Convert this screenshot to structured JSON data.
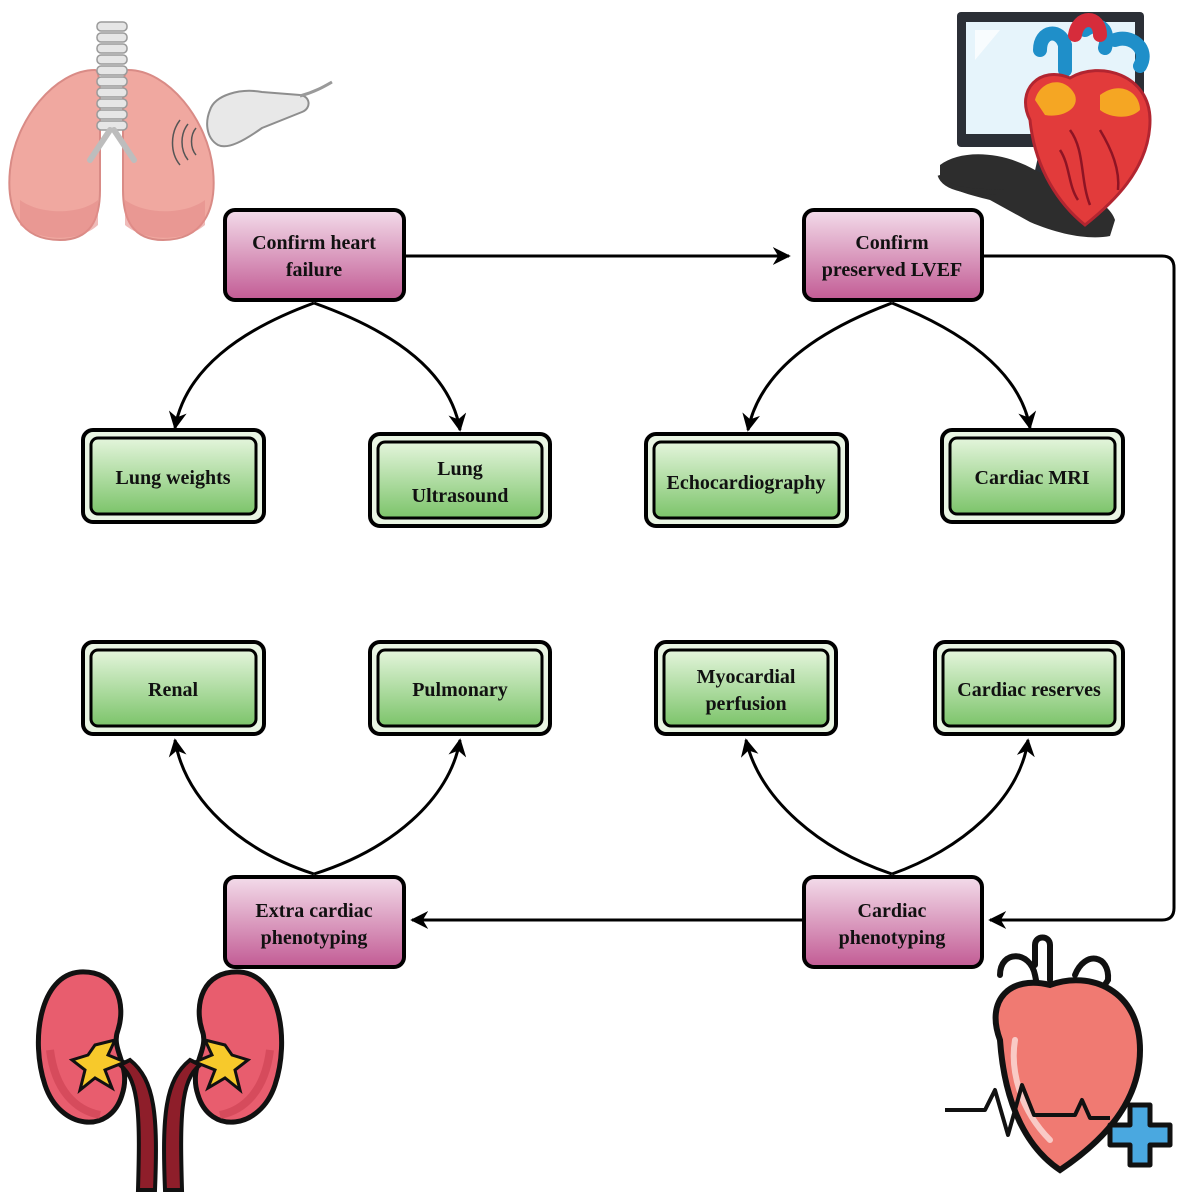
{
  "colors": {
    "pink_top": "#f3dcea",
    "pink_bottom": "#c25b94",
    "green_top": "#e4f5dc",
    "green_bottom": "#7cc46a",
    "stroke": "#000000"
  },
  "nodes": {
    "confirm_hf": [
      "Confirm heart",
      "failure"
    ],
    "confirm_lvef": [
      "Confirm",
      "preserved LVEF"
    ],
    "lung_weights": [
      "Lung weights"
    ],
    "lung_ultrasound": [
      "Lung",
      "Ultrasound"
    ],
    "echocardiography": [
      "Echocardiography"
    ],
    "cardiac_mri": [
      "Cardiac MRI"
    ],
    "renal": [
      "Renal"
    ],
    "pulmonary": [
      "Pulmonary"
    ],
    "myocardial_perfusion": [
      "Myocardial",
      "perfusion"
    ],
    "cardiac_reserves": [
      "Cardiac reserves"
    ],
    "extra_cardiac": [
      "Extra cardiac",
      "phenotyping"
    ],
    "cardiac_phenotyping": [
      "Cardiac",
      "phenotyping"
    ]
  },
  "illustrations": {
    "top_left": "lungs-ultrasound-icon",
    "top_right": "heart-monitor-icon",
    "bottom_left": "kidneys-icon",
    "bottom_right": "heart-health-icon"
  }
}
